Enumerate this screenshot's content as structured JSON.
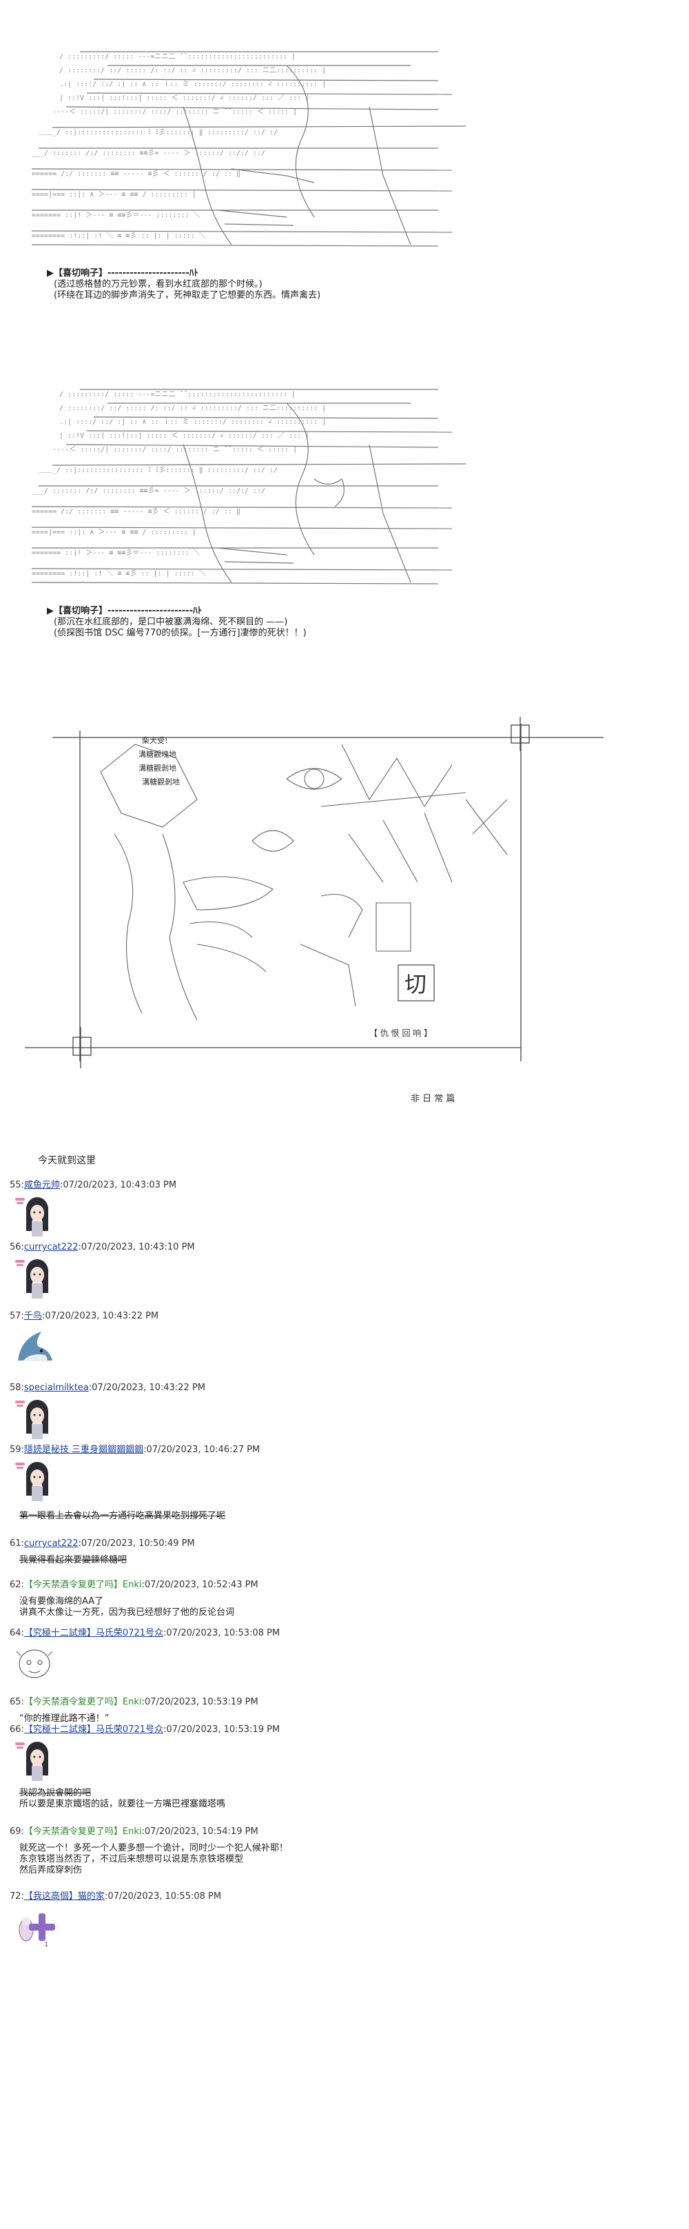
{
  "blocks": [
    {
      "speaker": "▶【喜切响子】----------------------ﾊﾄ",
      "lines": [
        "(透过感格替的万元钞票，看到水红底部的那个时候。)",
        "(环绕在耳边的脚步声消失了，死神取走了它想要的东西。情声禽去)"
      ]
    },
    {
      "speaker": "▶【喜切响子】-----------------------ﾊﾄ",
      "lines": [
        "(那沉在水红底部的，是口中被塞满海绵、死不瞑目的 ——)",
        "(侦探图书馆 DSC 编号770的侦探。[一方通行]凄惨的死状！！)"
      ]
    }
  ],
  "comic": {
    "bubble_lines": [
      "柴犬受!",
      "溝糖觀塊地",
      "溝糖觀剝地",
      "溝糖觀剝地"
    ],
    "caption": "【 仇 恨 回 响 】",
    "subtitle": "非 日 常 篇",
    "big_glyph": "切"
  },
  "intro": "今天就到这里",
  "posts": [
    {
      "num": "55",
      "user": "咸鱼元帅",
      "style": "link",
      "time": "07/20/2023, 10:43:03 PM",
      "avatar": "girl-avatar",
      "body": []
    },
    {
      "num": "56",
      "user": "currycat222",
      "style": "link",
      "time": "07/20/2023, 10:43:10 PM",
      "avatar": "girl-avatar",
      "body": []
    },
    {
      "num": "57",
      "user": "千鸟",
      "style": "link",
      "time": "07/20/2023, 10:43:22 PM",
      "avatar": "shark-avatar",
      "body": []
    },
    {
      "num": "58",
      "user": "specialmilktea",
      "style": "link",
      "time": "07/20/2023, 10:43:22 PM",
      "avatar": "girl-avatar",
      "body": []
    },
    {
      "num": "59",
      "user": "隱読是秘技 三重身錮錮錮錮錮",
      "style": "link",
      "time": "07/20/2023, 10:46:27 PM",
      "avatar": "girl-avatar",
      "body": []
    },
    {
      "num": "",
      "user": "",
      "style": "none",
      "time": "",
      "avatar": "none",
      "body": [
        {
          "text": "第一眼看上去會以為一方通行吃高異果吃到撐死了呢",
          "strike": true
        }
      ]
    },
    {
      "num": "61",
      "user": "currycat222",
      "style": "link",
      "time": "07/20/2023, 10:50:49 PM",
      "avatar": "none",
      "body": [
        {
          "text": "我覺得看起來要變鍊條糖吧",
          "strike": true
        }
      ]
    },
    {
      "num": "62",
      "user": "【今天禁酒令复更了吗】Enki",
      "style": "green",
      "time": "07/20/2023, 10:52:43 PM",
      "avatar": "none",
      "body": [
        {
          "text": "没有要像海绵的AA了",
          "strike": false
        },
        {
          "text": "讲真不太像让一方死，因为我已经想好了他的反论台词",
          "strike": false
        }
      ]
    },
    {
      "num": "64",
      "user": "【究極十二試煉】马氏荣0721号众",
      "style": "link",
      "time": "07/20/2023, 10:53:08 PM",
      "avatar": "face-avatar",
      "body": []
    },
    {
      "num": "65",
      "user": "【今天禁酒令复更了吗】Enki",
      "style": "green",
      "time": "07/20/2023, 10:53:19 PM",
      "avatar": "none",
      "body": [
        {
          "text": "“你的推理此路不通！”",
          "strike": false
        }
      ]
    },
    {
      "num": "66",
      "user": "【究極十二試煉】马氏荣0721号众",
      "style": "link",
      "time": "07/20/2023, 10:53:19 PM",
      "avatar": "girl-avatar",
      "body": [
        {
          "text": "我認為說會開的吧",
          "strike": true
        },
        {
          "text": "所以要是東京鐵塔的話，就要往一方嘴巴裡塞鐵塔嗎",
          "strike": false
        }
      ]
    },
    {
      "num": "69",
      "user": "【今天禁酒令复更了吗】Enki",
      "style": "green",
      "time": "07/20/2023, 10:54:19 PM",
      "avatar": "none",
      "body": [
        {
          "text": "就死这一个！多死一个人要多想一个诡计，同时少一个犯人候补耶！",
          "strike": false
        },
        {
          "text": "东京铁塔当然否了，不过后来想想可以说是东京铁塔模型",
          "strike": false
        },
        {
          "text": "然后弄成穿刺伤",
          "strike": false
        }
      ]
    },
    {
      "num": "72",
      "user": "【我这高個】猫的家",
      "style": "link",
      "time": "07/20/2023, 10:55:08 PM",
      "avatar": "plus-avatar",
      "body": []
    }
  ]
}
